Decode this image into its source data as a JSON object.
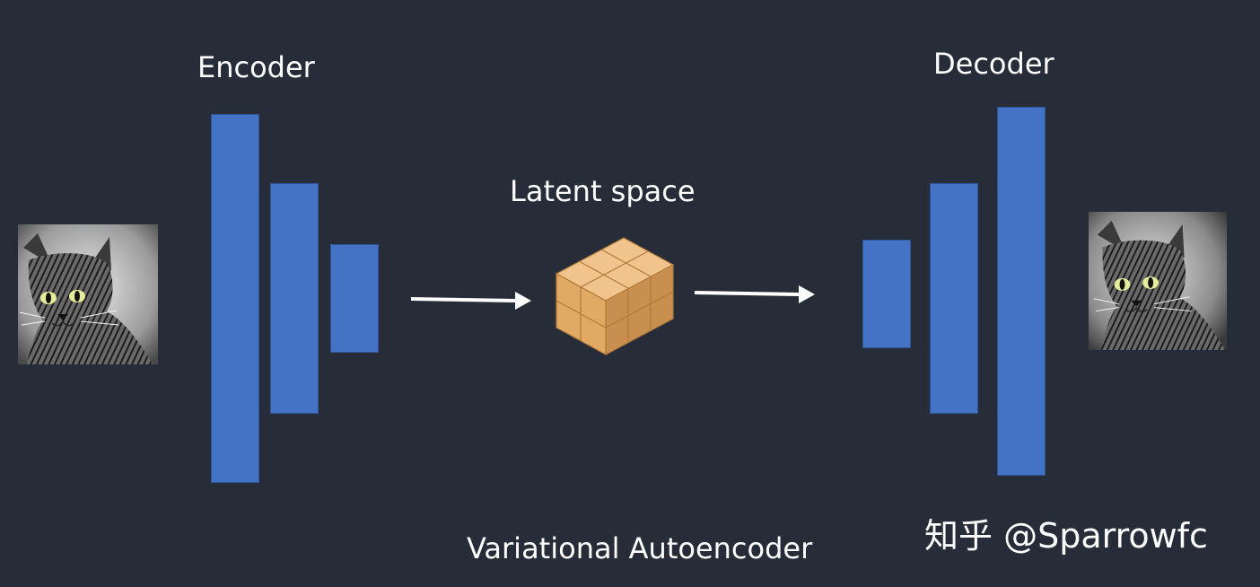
{
  "diagram": {
    "encoder_label": "Encoder",
    "decoder_label": "Decoder",
    "latent_label": "Latent space",
    "caption": "Variational Autoencoder",
    "watermark": "知乎 @Sparrowfc"
  },
  "colors": {
    "background": "#262d39",
    "layer_fill": "#4472c4",
    "cube_top": "#f1c38d",
    "cube_front": "#e2a965",
    "cube_side": "#c98f4f",
    "arrow": "#ffffff"
  },
  "icons": {
    "input_image": "cat-photo-icon",
    "output_image": "cat-photo-icon",
    "latent": "cube-icon"
  }
}
